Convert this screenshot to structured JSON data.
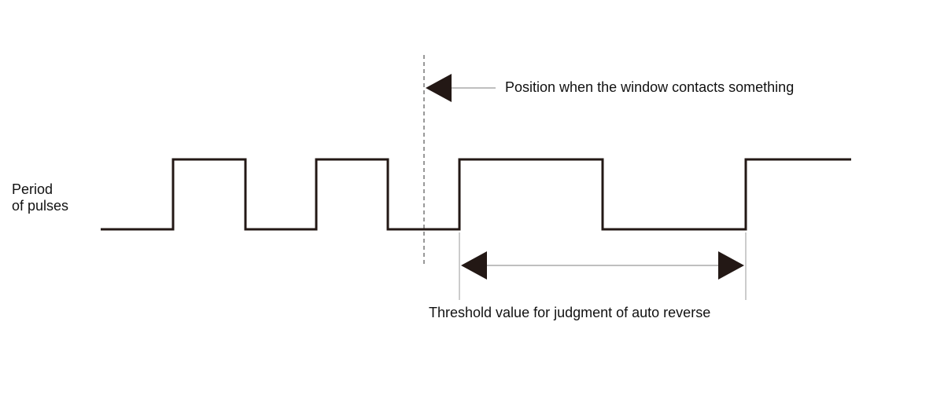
{
  "labels": {
    "period_line1": "Period",
    "period_line2": "of pulses",
    "contact_position": "Position when the window contacts something",
    "threshold": "Threshold value for judgment of auto reverse"
  },
  "colors": {
    "waveform": "#231815",
    "arrow_fill": "#231815",
    "dashed_marker": "#555555",
    "leader_line": "#aaaaaa",
    "text": "#111111"
  }
}
